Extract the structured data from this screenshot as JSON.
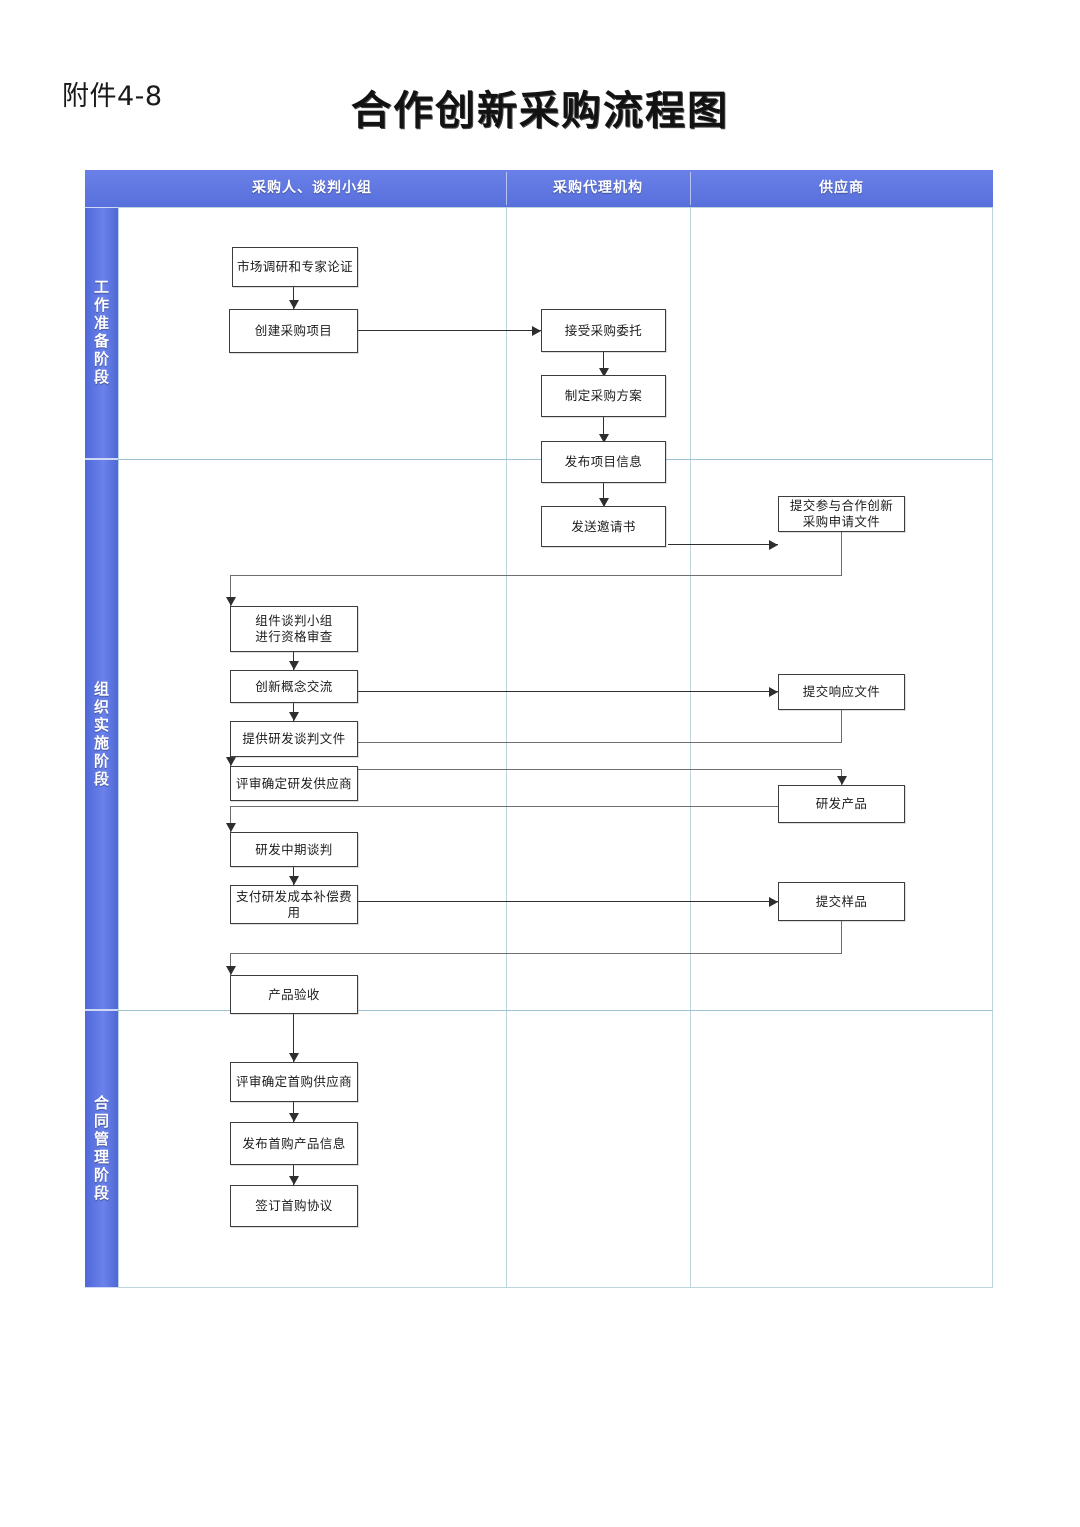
{
  "attachment_label": "附件4-8",
  "title": "合作创新采购流程图",
  "columns": [
    {
      "id": "buyer",
      "label": "采购人、谈判小组"
    },
    {
      "id": "agency",
      "label": "采购代理机构"
    },
    {
      "id": "supplier",
      "label": "供应商"
    }
  ],
  "phases": [
    {
      "id": "prep",
      "label": "工作准备阶段"
    },
    {
      "id": "implement",
      "label": "组织实施阶段"
    },
    {
      "id": "contract",
      "label": "合同管理阶段"
    }
  ],
  "nodes": [
    {
      "id": "n1",
      "label": "市场调研和专家论证",
      "column": "buyer",
      "phase": "prep"
    },
    {
      "id": "n2",
      "label": "创建采购项目",
      "column": "buyer",
      "phase": "prep"
    },
    {
      "id": "n3",
      "label": "接受采购委托",
      "column": "agency",
      "phase": "prep"
    },
    {
      "id": "n4",
      "label": "制定采购方案",
      "column": "agency",
      "phase": "prep"
    },
    {
      "id": "n5",
      "label": "发布项目信息",
      "column": "agency",
      "phase": "prep"
    },
    {
      "id": "n6",
      "label": "发送邀请书",
      "column": "agency",
      "phase": "implement"
    },
    {
      "id": "n7",
      "label": "提交参与合作创新\n采购申请文件",
      "column": "supplier",
      "phase": "implement"
    },
    {
      "id": "n8",
      "label": "组件谈判小组\n进行资格审查",
      "column": "buyer",
      "phase": "implement"
    },
    {
      "id": "n9",
      "label": "创新概念交流",
      "column": "buyer",
      "phase": "implement"
    },
    {
      "id": "n10",
      "label": "提供研发谈判文件",
      "column": "buyer",
      "phase": "implement"
    },
    {
      "id": "n11",
      "label": "提交响应文件",
      "column": "supplier",
      "phase": "implement"
    },
    {
      "id": "n12",
      "label": "评审确定研发供应商",
      "column": "buyer",
      "phase": "implement"
    },
    {
      "id": "n13",
      "label": "研发产品",
      "column": "supplier",
      "phase": "implement"
    },
    {
      "id": "n14",
      "label": "研发中期谈判",
      "column": "buyer",
      "phase": "implement"
    },
    {
      "id": "n15",
      "label": "支付研发成本补偿费\n用",
      "column": "buyer",
      "phase": "implement"
    },
    {
      "id": "n16",
      "label": "提交样品",
      "column": "supplier",
      "phase": "implement"
    },
    {
      "id": "n17",
      "label": "产品验收",
      "column": "buyer",
      "phase": "implement"
    },
    {
      "id": "n18",
      "label": "评审确定首购供应商",
      "column": "buyer",
      "phase": "contract"
    },
    {
      "id": "n19",
      "label": "发布首购产品信息",
      "column": "buyer",
      "phase": "contract"
    },
    {
      "id": "n20",
      "label": "签订首购协议",
      "column": "buyer",
      "phase": "contract"
    }
  ],
  "edges": [
    {
      "from": "n1",
      "to": "n2"
    },
    {
      "from": "n2",
      "to": "n3"
    },
    {
      "from": "n3",
      "to": "n4"
    },
    {
      "from": "n4",
      "to": "n5"
    },
    {
      "from": "n5",
      "to": "n6"
    },
    {
      "from": "n6",
      "to": "n7"
    },
    {
      "from": "n7",
      "to": "n8"
    },
    {
      "from": "n8",
      "to": "n9"
    },
    {
      "from": "n9",
      "to": "n10"
    },
    {
      "from": "n10",
      "to": "n11"
    },
    {
      "from": "n11",
      "to": "n12"
    },
    {
      "from": "n12",
      "to": "n13"
    },
    {
      "from": "n13",
      "to": "n14"
    },
    {
      "from": "n14",
      "to": "n15"
    },
    {
      "from": "n15",
      "to": "n16"
    },
    {
      "from": "n16",
      "to": "n17"
    },
    {
      "from": "n17",
      "to": "n18"
    },
    {
      "from": "n18",
      "to": "n19"
    },
    {
      "from": "n19",
      "to": "n20"
    }
  ],
  "colors": {
    "header_band": "#5b75e0",
    "phase_strip": "#5b75e0",
    "grid_line": "#bcd4dc",
    "node_border": "#3d3d3d",
    "connector": "#2e2e2e"
  }
}
